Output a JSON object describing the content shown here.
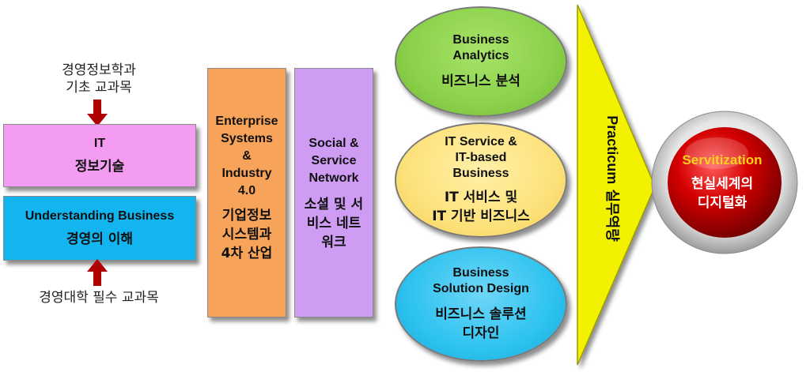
{
  "notes": {
    "top_line1": "경영정보학과",
    "top_line2": "기초 교과목",
    "bottom": "경영대학 필수 교과목"
  },
  "it_box": {
    "en": "IT",
    "ko": "정보기술"
  },
  "business_box": {
    "en": "Understanding Business",
    "ko": "경영의 이해"
  },
  "enterprise_box": {
    "en_lines": [
      "Enterprise",
      "Systems",
      "&",
      "Industry",
      "4.0"
    ],
    "ko_lines": [
      "기업정보",
      "시스템과",
      "4차 산업"
    ]
  },
  "social_box": {
    "en_lines": [
      "Social &",
      "Service",
      "Network"
    ],
    "ko_lines": [
      "소셜 및 서",
      "비스 네트",
      "워크"
    ]
  },
  "ovals": [
    {
      "en_lines": [
        "Business",
        "Analytics"
      ],
      "ko_lines": [
        "비즈니스 분석"
      ]
    },
    {
      "en_lines": [
        "IT Service &",
        "IT-based",
        "Business"
      ],
      "ko_lines": [
        "IT 서비스 및",
        "IT 기반 비즈니스"
      ]
    },
    {
      "en_lines": [
        "Business",
        "Solution Design"
      ],
      "ko_lines": [
        "비즈니스 솔루션",
        "디자인"
      ]
    }
  ],
  "practicum": {
    "en": "Practicum",
    "ko": "실무역량"
  },
  "servitization": {
    "en": "Servitization",
    "ko_lines": [
      "현실세계의",
      "디지털화"
    ]
  },
  "colors": {
    "it_pink": "#f39cf2",
    "business_cyan": "#12b5ef",
    "enterprise_orange": "#f7a45a",
    "social_purple": "#cf9cf4",
    "oval_green": "#8bd14a",
    "oval_yellow": "#fde27c",
    "oval_cyan": "#2ec3f0",
    "triangle_yellow": "#f2f200",
    "circle_red": "#d00000",
    "arrow_red": "#b00000",
    "servitization_text": "#ffd11a"
  }
}
